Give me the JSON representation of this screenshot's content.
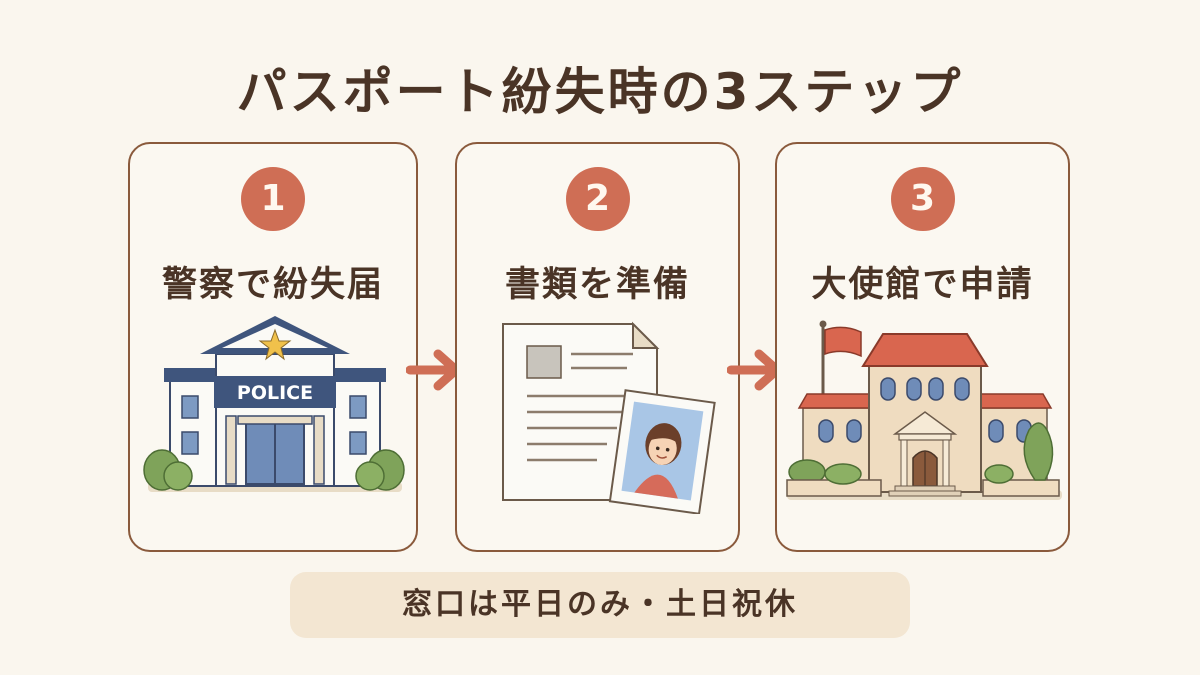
{
  "title": "パスポート紛失時の3ステップ",
  "steps": [
    {
      "number": "1",
      "label": "警察で紛失届",
      "sign_text": "POLICE"
    },
    {
      "number": "2",
      "label": "書類を準備"
    },
    {
      "number": "3",
      "label": "大使館で申請"
    }
  ],
  "note": "窓口は平日のみ・土日祝休",
  "colors": {
    "accent": "#cf6e55",
    "text": "#4a3426",
    "border": "#8a5a3c",
    "background": "#faf6ee",
    "note_background": "#f3e6d2"
  },
  "icons": [
    "police-station-icon",
    "documents-icon",
    "embassy-icon",
    "arrow-right-icon"
  ]
}
